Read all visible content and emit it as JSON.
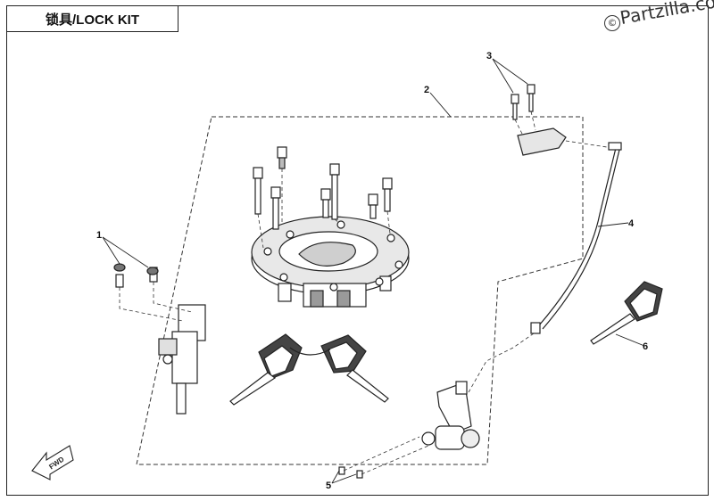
{
  "title": "锁具/LOCK KIT",
  "watermark": {
    "text": "Partzilla.co",
    "symbol": "©"
  },
  "callouts": [
    "1",
    "2",
    "3",
    "4",
    "5",
    "6"
  ],
  "direction_label": "FWD",
  "colors": {
    "line": "#222222",
    "dash": "#333333",
    "background": "#ffffff"
  }
}
